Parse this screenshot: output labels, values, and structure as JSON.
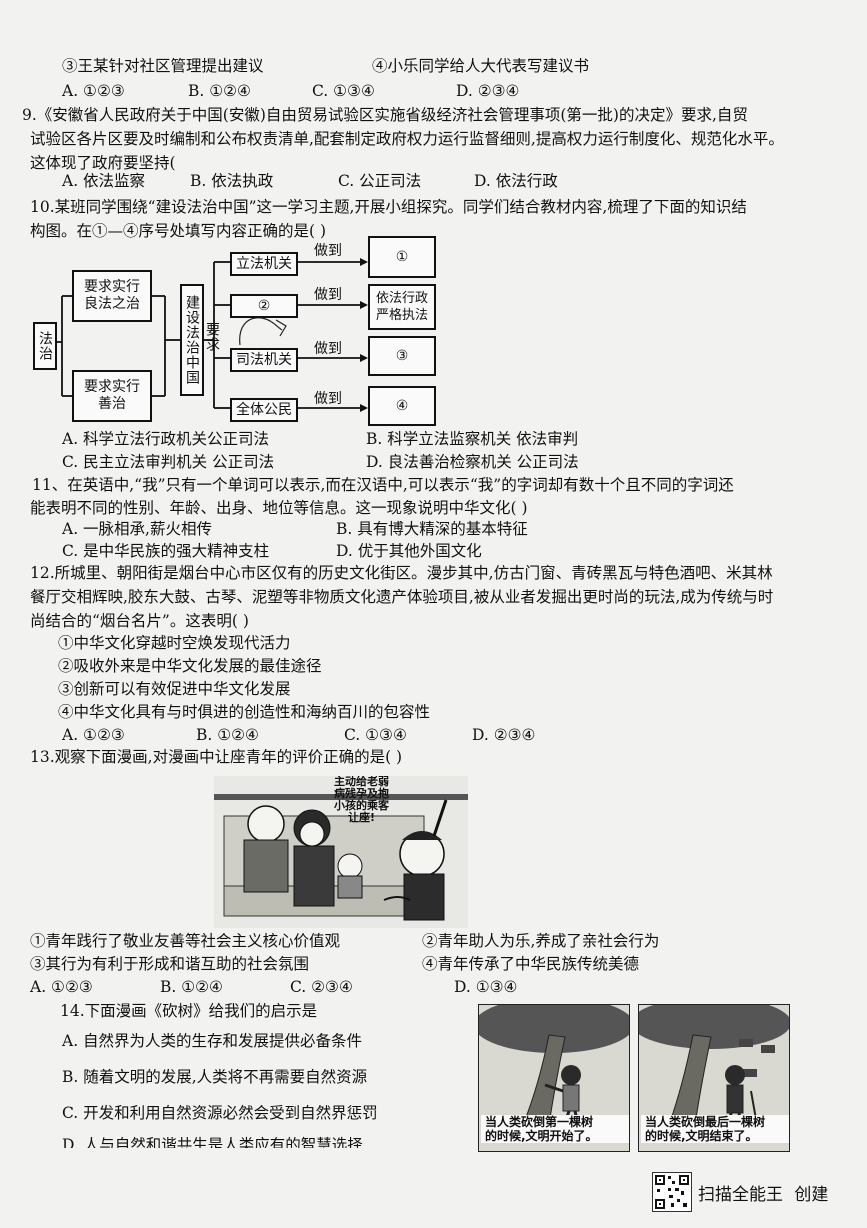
{
  "q8_tail": {
    "item3": "③王某针对社区管理提出建议",
    "item4": "④小乐同学给人大代表写建议书",
    "options": [
      "A. ①②③",
      "B. ①②④",
      "C. ①③④",
      "D. ②③④"
    ]
  },
  "q9": {
    "stem_l1": "9.《安徽省人民政府关于中国(安徽)自由贸易试验区实施省级经济社会管理事项(第一批)的决定》要求,自贸",
    "stem_l2": "试验区各片区要及时编制和公布权责清单,配套制定政府权力运行监督细则,提高权力运行制度化、规范化水平。",
    "stem_l3": "这体现了政府要坚持(",
    "options": [
      "A. 依法监察",
      "B. 依法执政",
      "C. 公正司法",
      "D. 依法行政"
    ]
  },
  "q10": {
    "stem_l1": "10.某班同学围绕“建设法治中国”这一学习主题,开展小组探究。同学们结合教材内容,梳理了下面的知识结",
    "stem_l2": "构图。在①—④序号处填写内容正确的是(    )",
    "diagram": {
      "root": "法治",
      "left_top": "要求实行良法之治",
      "left_bottom": "要求实行善治",
      "center": "建设法治中国",
      "require": "要求",
      "branches": [
        "立法机关",
        "②",
        "司法机关",
        "全体公民"
      ],
      "arrow_label": "做到",
      "results": [
        "①",
        "依法行政严格执法",
        "③",
        "④"
      ]
    },
    "options": [
      "A. 科学立法行政机关公正司法",
      "B. 科学立法监察机关  依法审判",
      "C. 民主立法审判机关  公正司法",
      "D. 良法善治检察机关  公正司法"
    ]
  },
  "q11": {
    "stem_l1": "11、在英语中,“我”只有一个单词可以表示,而在汉语中,可以表示“我”的字词却有数十个且不同的字词还",
    "stem_l2": "能表明不同的性别、年龄、出身、地位等信息。这一现象说明中华文化(        )",
    "options": [
      "A. 一脉相承,薪火相传",
      "B. 具有博大精深的基本特征",
      "C. 是中华民族的强大精神支柱",
      "D. 优于其他外国文化"
    ]
  },
  "q12": {
    "stem_l1": "12.所城里、朝阳街是烟台中心市区仅有的历史文化街区。漫步其中,仿古门窗、青砖黑瓦与特色酒吧、米其林",
    "stem_l2": "餐厅交相辉映,胶东大鼓、古琴、泥塑等非物质文化遗产体验项目,被从业者发掘出更时尚的玩法,成为传统与时",
    "stem_l3": "尚结合的“烟台名片”。这表明(    )",
    "items": [
      "①中华文化穿越时空焕发现代活力",
      "②吸收外来是中华文化发展的最佳途径",
      "③创新可以有效促进中华文化发展",
      "④中华文化具有与时俱进的创造性和海纳百川的包容性"
    ],
    "options": [
      "A.  ①②③",
      "B. ①②④",
      "C. ①③④",
      "D. ②③④"
    ]
  },
  "q13": {
    "stem": "13.观察下面漫画,对漫画中让座青年的评价正确的是(      )",
    "bubble": [
      "主动给老弱",
      "病残孕及抱",
      "小孩的乘客",
      "让座!"
    ],
    "items": [
      "①青年践行了敬业友善等社会主义核心价值观",
      "②青年助人为乐,养成了亲社会行为",
      "③其行为有利于形成和谐互助的社会氛围",
      "④青年传承了中华民族传统美德"
    ],
    "options": [
      "A. ①②③",
      "B. ①②④",
      "C. ②③④",
      "D. ①③④"
    ]
  },
  "q14": {
    "stem": "14.下面漫画《砍树》给我们的启示是",
    "options": [
      "A. 自然界为人类的生存和发展提供必备条件",
      "B. 随着文明的发展,人类将不再需要自然资源",
      "C. 开发和利用自然资源必然会受到自然界惩罚",
      "D. 人与自然和谐共生是人类应有的智慧选择"
    ],
    "caption_left": [
      "当人类砍倒第一棵树",
      "的时候,文明开始了。"
    ],
    "caption_right": [
      "当人类砍倒最后一棵树",
      "的时候,文明结束了。"
    ]
  },
  "footer": {
    "app": "扫描全能王",
    "action": "创建"
  }
}
